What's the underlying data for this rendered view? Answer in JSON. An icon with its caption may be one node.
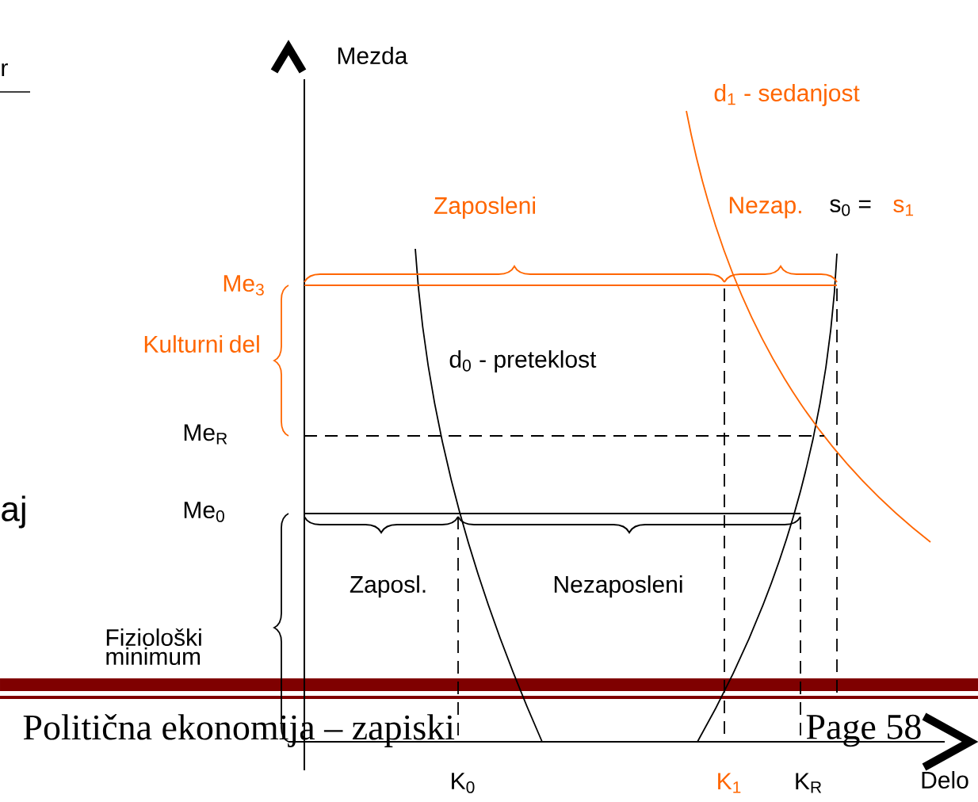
{
  "diagram": {
    "labels": [
      "r",
      "Mezda",
      "d$_{1}$ - sedanjost",
      "Zaposleni",
      "Nezap.",
      "s$_{0}$ =",
      "s$_{1}$",
      "Me$_{3}$",
      "Kulturni del",
      "d$_{0}$ - preteklost",
      "Me$_{R}$",
      "aj",
      "Me$_{0}$",
      "Zaposl.",
      "Nezaposleni",
      "Fiziološki minimum",
      "Politična ekonomija – zapiski",
      "Page 58",
      "K$_{0}$",
      "K$_{1}$",
      "K$_{R}$",
      "Delo"
    ]
  }
}
